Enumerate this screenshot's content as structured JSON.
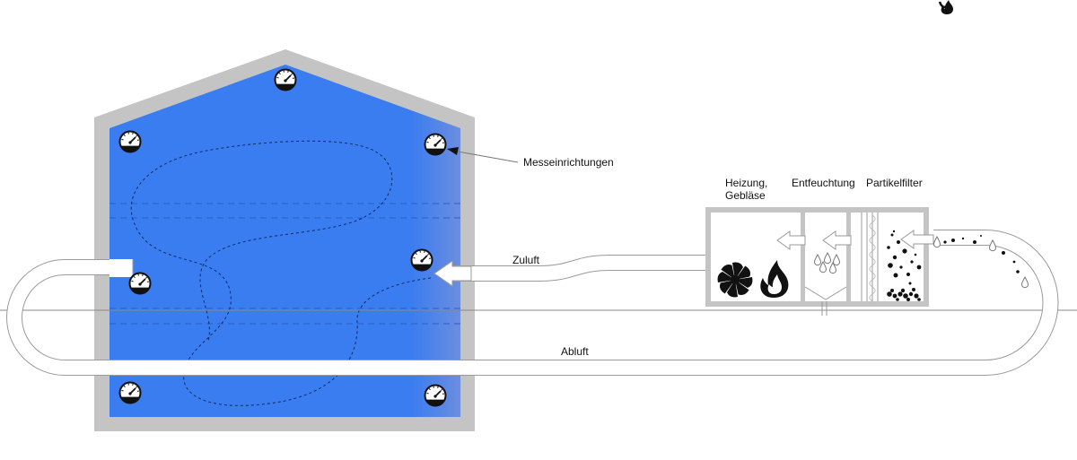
{
  "labels": {
    "measuring": "Messeinrichtungen",
    "supply_air": "Zuluft",
    "exhaust_air": "Abluft",
    "heating_line1": "Heizung,",
    "heating_line2": "Gebläse",
    "dehumidification": "Entfeuchtung",
    "particle_filter": "Partikelfilter"
  },
  "colors": {
    "room_fill": "#3a7df0",
    "room_fill_edge": "#5a86e6",
    "wall": "#c4c4c4",
    "duct_stroke": "#9a9a9a",
    "ink": "#111111"
  },
  "icons": [
    "gauge-icon",
    "fan-icon",
    "flame-icon",
    "droplet-icon",
    "particle-icon",
    "corner-logo-icon"
  ]
}
